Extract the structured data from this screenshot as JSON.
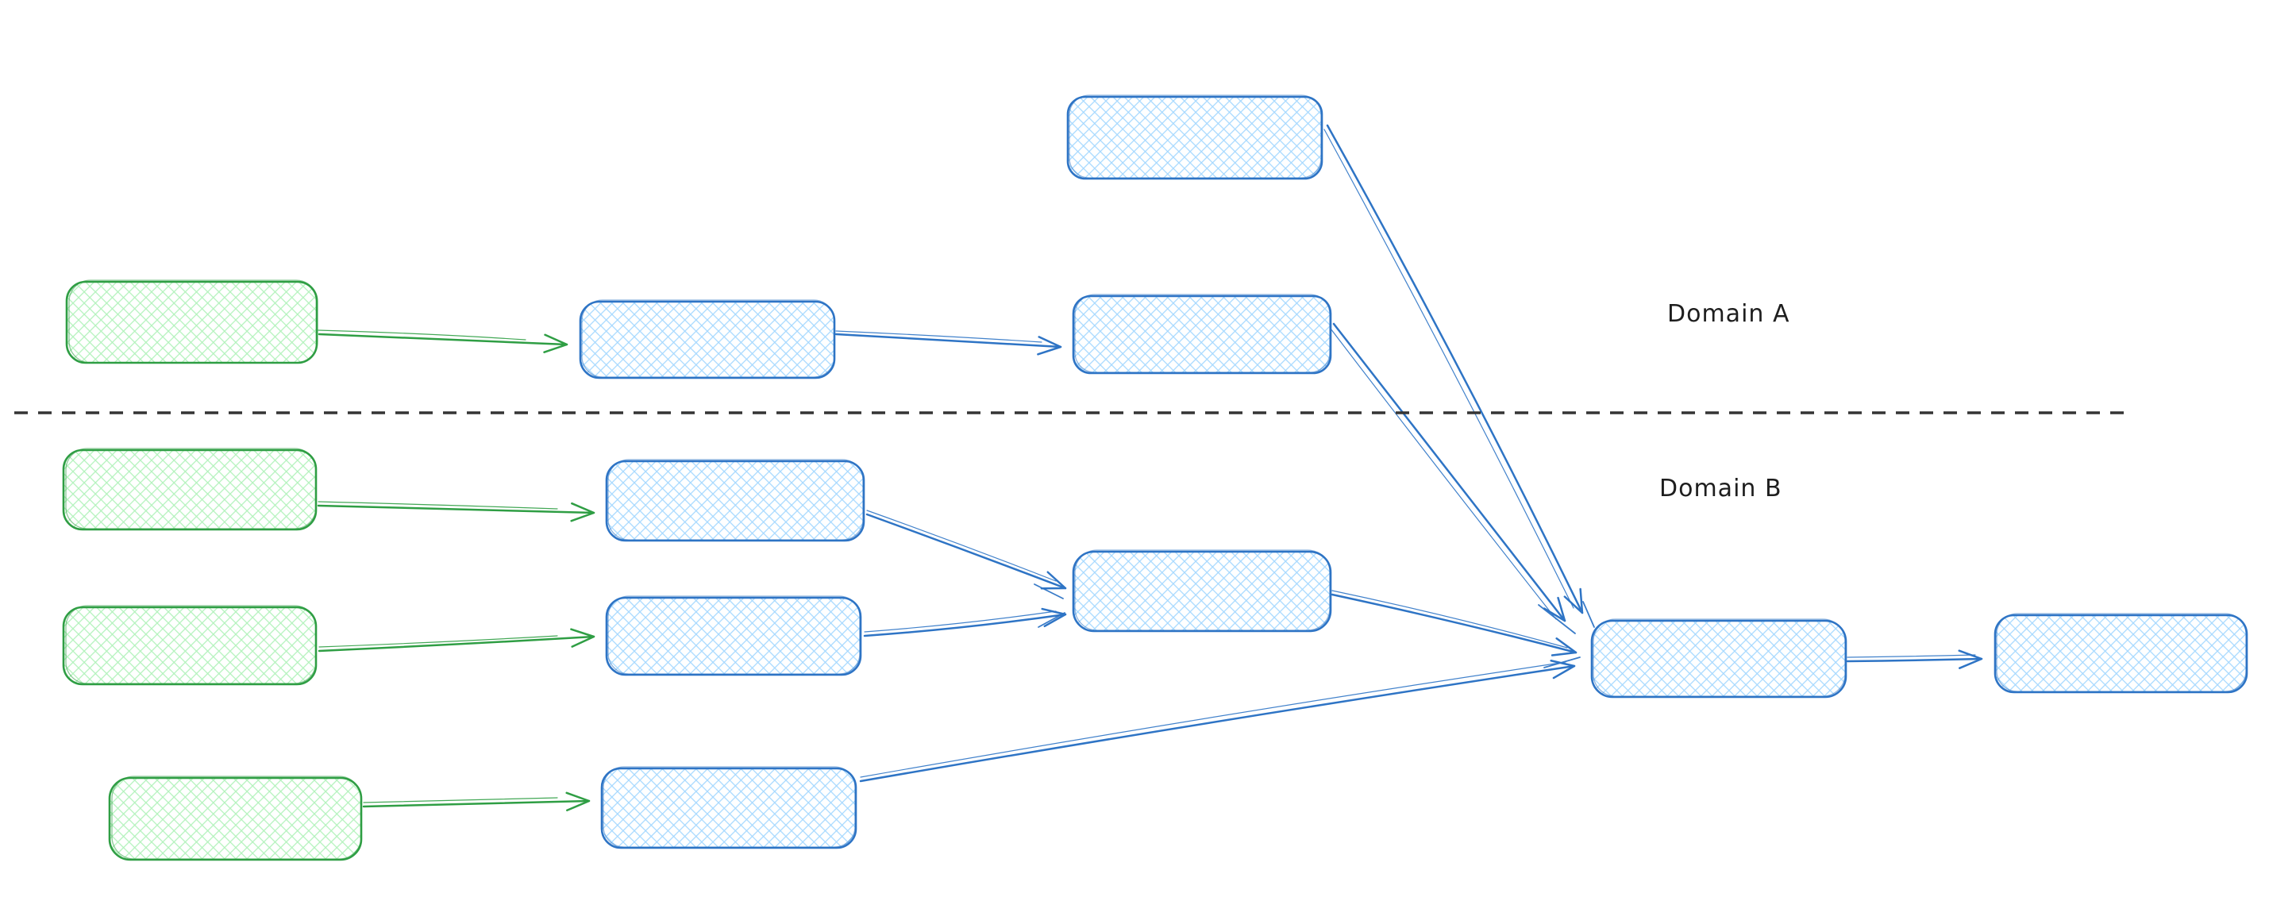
{
  "diagram": {
    "labels": {
      "domain_a": "Domain A",
      "domain_b": "Domain B"
    },
    "colors": {
      "background": "#ffffff",
      "blue_stroke": "#2e74c5",
      "blue_fill": "#a5d8ff",
      "green_stroke": "#2f9e44",
      "green_fill": "#b2f2bb",
      "divider": "#343434",
      "label_text": "#1e1e1e"
    },
    "divider": {
      "style": "dashed",
      "orientation": "horizontal",
      "separates": [
        "Domain A",
        "Domain B"
      ]
    },
    "nodes": [
      {
        "id": "a-top-blue",
        "region": "Domain A",
        "style": "blue-crosshatch",
        "label": ""
      },
      {
        "id": "a-green-source",
        "region": "Domain A",
        "style": "green-crosshatch",
        "label": ""
      },
      {
        "id": "a-blue-step-1",
        "region": "Domain A",
        "style": "blue-crosshatch",
        "label": ""
      },
      {
        "id": "a-blue-step-2",
        "region": "Domain A",
        "style": "blue-crosshatch",
        "label": ""
      },
      {
        "id": "b-green-source-1",
        "region": "Domain B",
        "style": "green-crosshatch",
        "label": ""
      },
      {
        "id": "b-blue-step-1",
        "region": "Domain B",
        "style": "blue-crosshatch",
        "label": ""
      },
      {
        "id": "b-green-source-2",
        "region": "Domain B",
        "style": "green-crosshatch",
        "label": ""
      },
      {
        "id": "b-blue-step-2",
        "region": "Domain B",
        "style": "blue-crosshatch",
        "label": ""
      },
      {
        "id": "b-blue-merge",
        "region": "Domain B",
        "style": "blue-crosshatch",
        "label": ""
      },
      {
        "id": "b-green-source-3",
        "region": "Domain B",
        "style": "green-crosshatch",
        "label": ""
      },
      {
        "id": "b-blue-step-3",
        "region": "Domain B",
        "style": "blue-crosshatch",
        "label": ""
      },
      {
        "id": "shared-merge",
        "region": "Domain B",
        "style": "blue-crosshatch",
        "label": ""
      },
      {
        "id": "final-output",
        "region": "Domain B",
        "style": "blue-crosshatch",
        "label": ""
      }
    ],
    "edges": [
      {
        "from": "a-green-source",
        "to": "a-blue-step-1",
        "color": "green"
      },
      {
        "from": "a-blue-step-1",
        "to": "a-blue-step-2",
        "color": "blue"
      },
      {
        "from": "a-top-blue",
        "to": "shared-merge",
        "color": "blue"
      },
      {
        "from": "a-blue-step-2",
        "to": "shared-merge",
        "color": "blue"
      },
      {
        "from": "b-green-source-1",
        "to": "b-blue-step-1",
        "color": "green"
      },
      {
        "from": "b-green-source-2",
        "to": "b-blue-step-2",
        "color": "green"
      },
      {
        "from": "b-blue-step-1",
        "to": "b-blue-merge",
        "color": "blue"
      },
      {
        "from": "b-blue-step-2",
        "to": "b-blue-merge",
        "color": "blue"
      },
      {
        "from": "b-blue-merge",
        "to": "shared-merge",
        "color": "blue"
      },
      {
        "from": "b-green-source-3",
        "to": "b-blue-step-3",
        "color": "green"
      },
      {
        "from": "b-blue-step-3",
        "to": "shared-merge",
        "color": "blue"
      },
      {
        "from": "shared-merge",
        "to": "final-output",
        "color": "blue"
      }
    ]
  }
}
